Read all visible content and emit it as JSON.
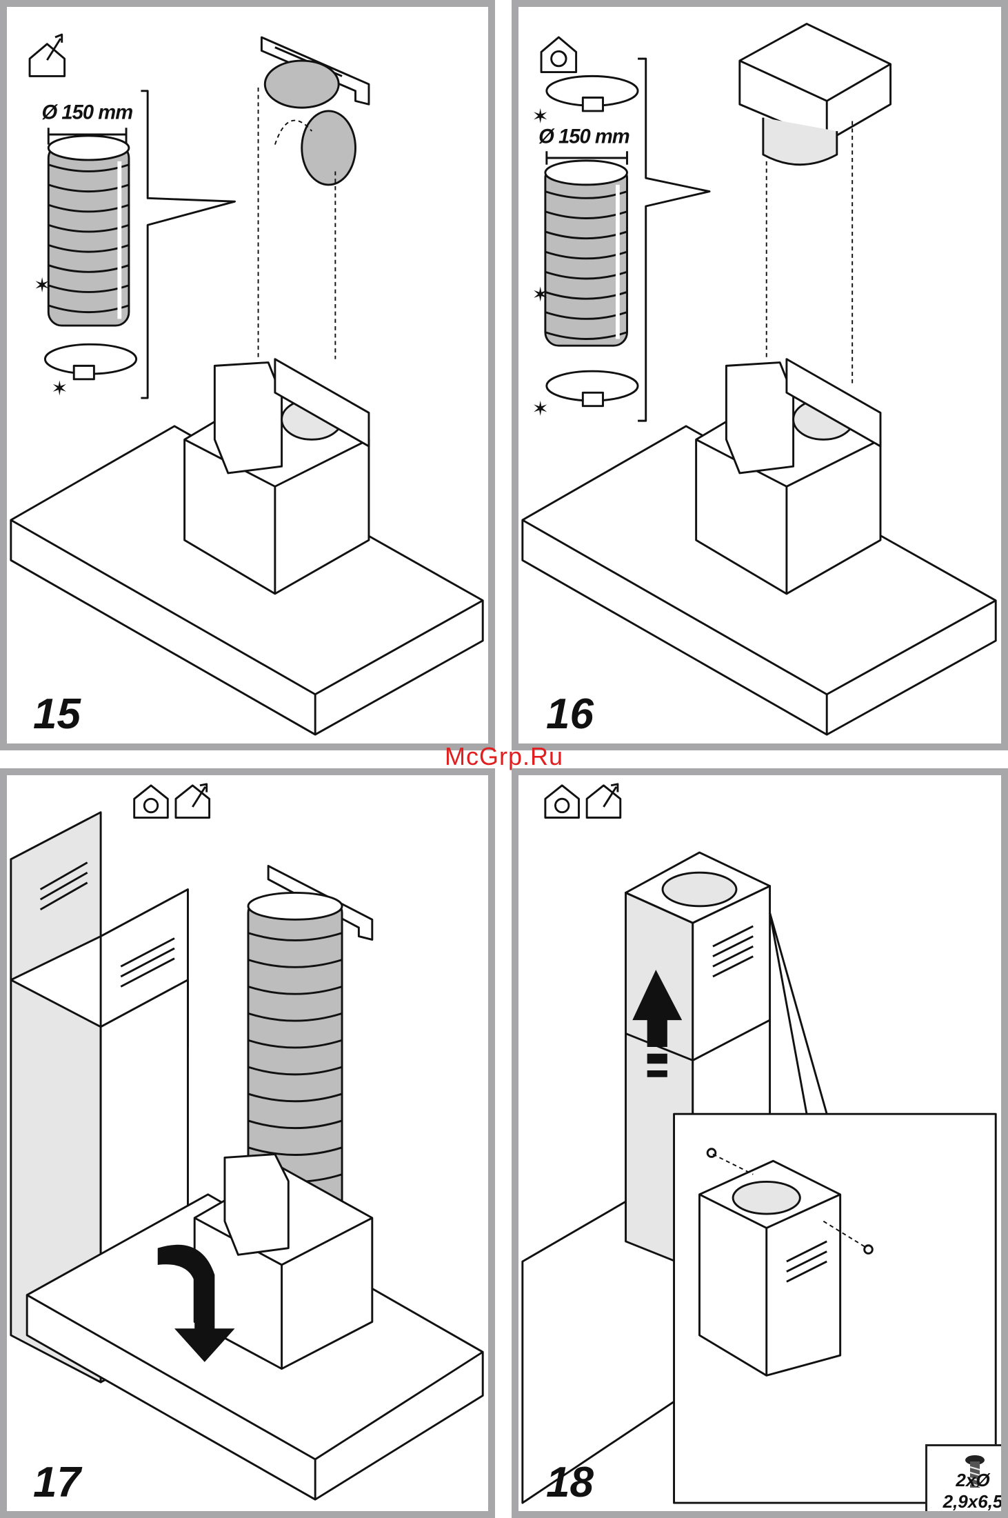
{
  "panels": [
    {
      "step": "15",
      "dimension": "Ø 150 mm"
    },
    {
      "step": "16",
      "dimension": "Ø 150 mm"
    },
    {
      "step": "17"
    },
    {
      "step": "18",
      "screw_spec": "2xØ  2,9x6,5"
    }
  ],
  "watermark": "McGrp.Ru",
  "icons": [
    "house-exhaust-icon",
    "house-recirculation-icon"
  ],
  "colors": {
    "frame": "#a7a7a9",
    "watermark": "#e02020",
    "duct": "#bdbdbd"
  }
}
